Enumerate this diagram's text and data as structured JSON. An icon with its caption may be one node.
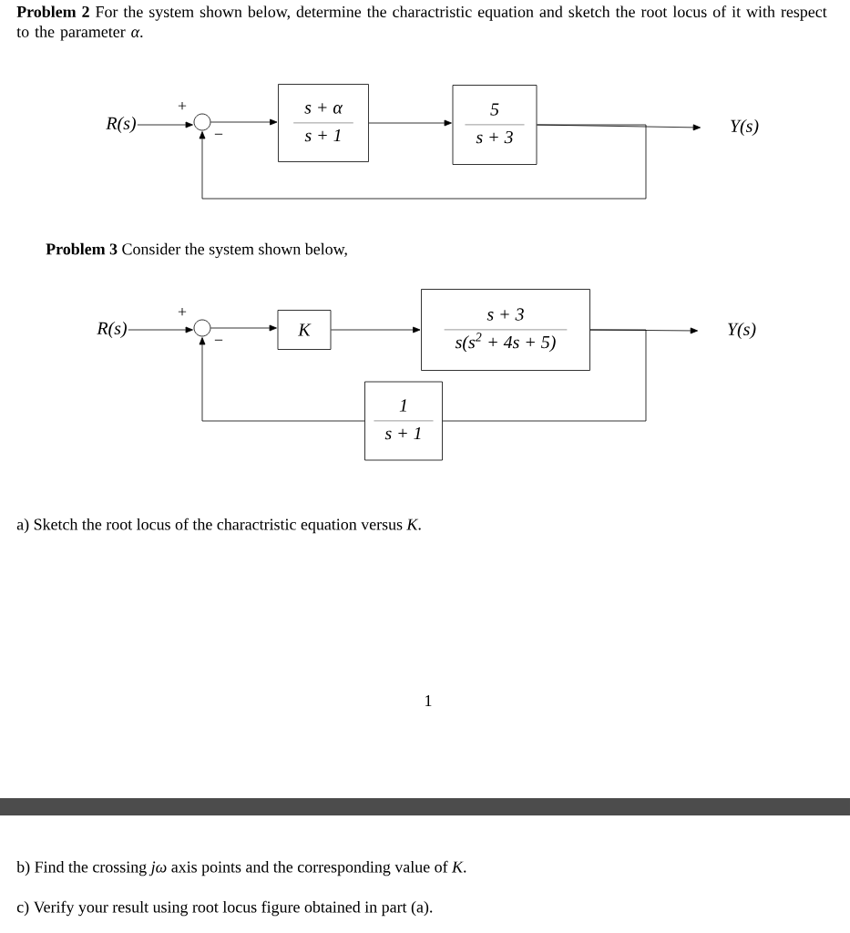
{
  "diagram": {
    "nodes": [
      {
        "text": [
          "R(s)"
        ]
      },
      {
        "text": [],
        "shape": "circle",
        "beside": [
          "+",
          "−"
        ]
      },
      {
        "text": [
          "s + α",
          "s + 1"
        ]
      },
      {
        "text": [
          "5",
          "s + 3"
        ]
      },
      {
        "text": [
          "Y(s)"
        ]
      },
      {
        "text": [
          "R(s)"
        ]
      },
      {
        "text": [],
        "shape": "circle",
        "beside": [
          "+",
          "−"
        ]
      },
      {
        "text": [
          "K"
        ]
      },
      {
        "text": [
          "s + 3",
          "s(s$^{2}$ + 4s + 5)"
        ]
      },
      {
        "text": [
          "1",
          "s + 1"
        ]
      },
      {
        "text": [
          "Y(s)"
        ]
      }
    ],
    "edges": [
      {
        "from": 0,
        "to": 1,
        "arrow": "to"
      },
      {
        "from": 1,
        "to": 2,
        "arrow": "to"
      },
      {
        "from": 2,
        "to": 3,
        "arrow": "to"
      },
      {
        "from": 3,
        "to": 4,
        "arrow": "to"
      },
      {
        "from": 3,
        "to": 1,
        "arrow": "to"
      },
      {
        "from": 5,
        "to": 6,
        "arrow": "to"
      },
      {
        "from": 6,
        "to": 7,
        "arrow": "to"
      },
      {
        "from": 7,
        "to": 8,
        "arrow": "to"
      },
      {
        "from": 8,
        "to": 10,
        "arrow": "to"
      },
      {
        "from": 8,
        "to": 9,
        "arrow": "none"
      },
      {
        "from": 9,
        "to": 6,
        "arrow": "to"
      }
    ],
    "labels": [
      "**Problem 2** For the system shown below, determine the charactristic equation and sketch the root locus of it with respect to the parameter *α*.",
      "**Problem 3** Consider the system shown below,",
      "a) Sketch the root locus of the charactristic equation versus *K*.",
      "1",
      "b) Find the crossing *jω* axis points and the corresponding value of *K*.",
      "c) Verify your result using root locus figure obtained in part (a)."
    ]
  }
}
